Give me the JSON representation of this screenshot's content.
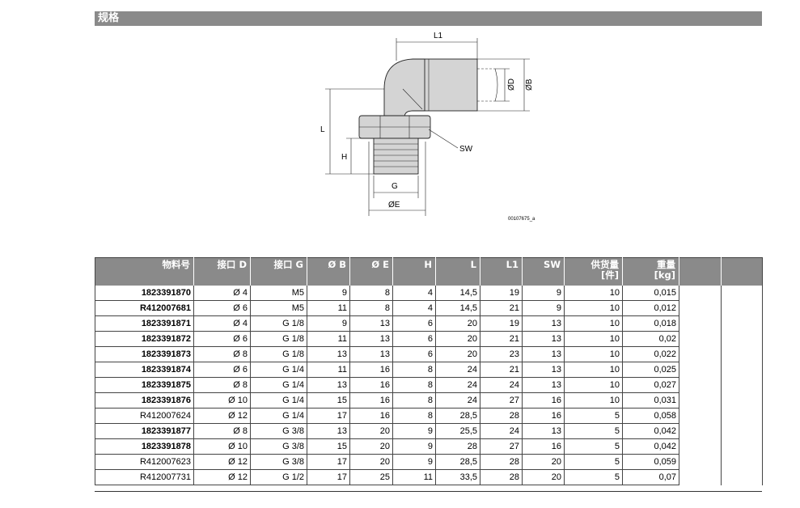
{
  "section": {
    "title": "规格"
  },
  "drawing": {
    "labels": {
      "l1": "L1",
      "l": "L",
      "h": "H",
      "g": "G",
      "e": "ØE",
      "d": "ØD",
      "b": "ØB",
      "sw": "SW"
    },
    "code": "00107675_a"
  },
  "table": {
    "headers": [
      {
        "line1": "物料号",
        "line2": ""
      },
      {
        "line1": "接口 D",
        "line2": ""
      },
      {
        "line1": "接口 G",
        "line2": ""
      },
      {
        "line1": "Ø B",
        "line2": ""
      },
      {
        "line1": "Ø E",
        "line2": ""
      },
      {
        "line1": "H",
        "line2": ""
      },
      {
        "line1": "L",
        "line2": ""
      },
      {
        "line1": "L1",
        "line2": ""
      },
      {
        "line1": "SW",
        "line2": ""
      },
      {
        "line1": "供货量",
        "line2": "[件]"
      },
      {
        "line1": "重量",
        "line2": "[kg]"
      },
      {
        "line1": "",
        "line2": ""
      },
      {
        "line1": "",
        "line2": ""
      }
    ],
    "rows": [
      {
        "pn": "1823391870",
        "bold": true,
        "d": "Ø 4",
        "g": "M5",
        "b": "9",
        "e": "8",
        "h": "4",
        "l": "14,5",
        "l1": "19",
        "sw": "9",
        "qty": "10",
        "kg": "0,015"
      },
      {
        "pn": "R412007681",
        "bold": true,
        "d": "Ø 6",
        "g": "M5",
        "b": "11",
        "e": "8",
        "h": "4",
        "l": "14,5",
        "l1": "21",
        "sw": "9",
        "qty": "10",
        "kg": "0,012"
      },
      {
        "pn": "1823391871",
        "bold": true,
        "d": "Ø 4",
        "g": "G 1/8",
        "b": "9",
        "e": "13",
        "h": "6",
        "l": "20",
        "l1": "19",
        "sw": "13",
        "qty": "10",
        "kg": "0,018"
      },
      {
        "pn": "1823391872",
        "bold": true,
        "d": "Ø 6",
        "g": "G 1/8",
        "b": "11",
        "e": "13",
        "h": "6",
        "l": "20",
        "l1": "21",
        "sw": "13",
        "qty": "10",
        "kg": "0,02"
      },
      {
        "pn": "1823391873",
        "bold": true,
        "d": "Ø 8",
        "g": "G 1/8",
        "b": "13",
        "e": "13",
        "h": "6",
        "l": "20",
        "l1": "23",
        "sw": "13",
        "qty": "10",
        "kg": "0,022"
      },
      {
        "pn": "1823391874",
        "bold": true,
        "d": "Ø 6",
        "g": "G 1/4",
        "b": "11",
        "e": "16",
        "h": "8",
        "l": "24",
        "l1": "21",
        "sw": "13",
        "qty": "10",
        "kg": "0,025"
      },
      {
        "pn": "1823391875",
        "bold": true,
        "d": "Ø 8",
        "g": "G 1/4",
        "b": "13",
        "e": "16",
        "h": "8",
        "l": "24",
        "l1": "24",
        "sw": "13",
        "qty": "10",
        "kg": "0,027"
      },
      {
        "pn": "1823391876",
        "bold": true,
        "d": "Ø 10",
        "g": "G 1/4",
        "b": "15",
        "e": "16",
        "h": "8",
        "l": "24",
        "l1": "27",
        "sw": "16",
        "qty": "10",
        "kg": "0,031"
      },
      {
        "pn": "R412007624",
        "bold": false,
        "d": "Ø 12",
        "g": "G 1/4",
        "b": "17",
        "e": "16",
        "h": "8",
        "l": "28,5",
        "l1": "28",
        "sw": "16",
        "qty": "5",
        "kg": "0,058"
      },
      {
        "pn": "1823391877",
        "bold": true,
        "d": "Ø 8",
        "g": "G 3/8",
        "b": "13",
        "e": "20",
        "h": "9",
        "l": "25,5",
        "l1": "24",
        "sw": "13",
        "qty": "5",
        "kg": "0,042"
      },
      {
        "pn": "1823391878",
        "bold": true,
        "d": "Ø 10",
        "g": "G 3/8",
        "b": "15",
        "e": "20",
        "h": "9",
        "l": "28",
        "l1": "27",
        "sw": "16",
        "qty": "5",
        "kg": "0,042"
      },
      {
        "pn": "R412007623",
        "bold": false,
        "d": "Ø 12",
        "g": "G 3/8",
        "b": "17",
        "e": "20",
        "h": "9",
        "l": "28,5",
        "l1": "28",
        "sw": "20",
        "qty": "5",
        "kg": "0,059"
      },
      {
        "pn": "R412007731",
        "bold": false,
        "d": "Ø 12",
        "g": "G 1/2",
        "b": "17",
        "e": "25",
        "h": "11",
        "l": "33,5",
        "l1": "28",
        "sw": "20",
        "qty": "5",
        "kg": "0,07"
      }
    ]
  }
}
